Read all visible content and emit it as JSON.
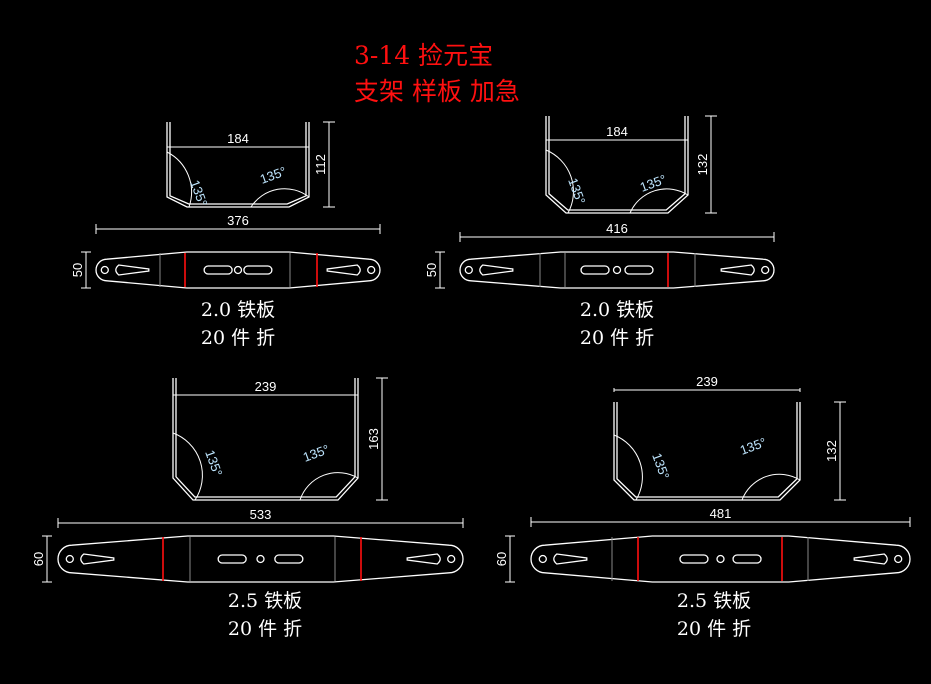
{
  "title": {
    "line1": "3-14 捡元宝",
    "line2": "支架 样板 加急"
  },
  "parts": [
    {
      "width": "184",
      "height": "112",
      "length": "376",
      "strip": "50",
      "angle_left": "135°",
      "angle_right": "135°",
      "material": "2.0 铁板",
      "qty": "20 件 折"
    },
    {
      "width": "184",
      "height": "132",
      "length": "416",
      "strip": "50",
      "angle_left": "135°",
      "angle_right": "135°",
      "material": "2.0 铁板",
      "qty": "20 件 折"
    },
    {
      "width": "239",
      "height": "163",
      "length": "533",
      "strip": "60",
      "angle_left": "135°",
      "angle_right": "135°",
      "material": "2.5 铁板",
      "qty": "20 件 折"
    },
    {
      "width": "239",
      "height": "132",
      "length": "481",
      "strip": "60",
      "angle_left": "135°",
      "angle_right": "135°",
      "material": "2.5 铁板",
      "qty": "20 件 折"
    }
  ]
}
